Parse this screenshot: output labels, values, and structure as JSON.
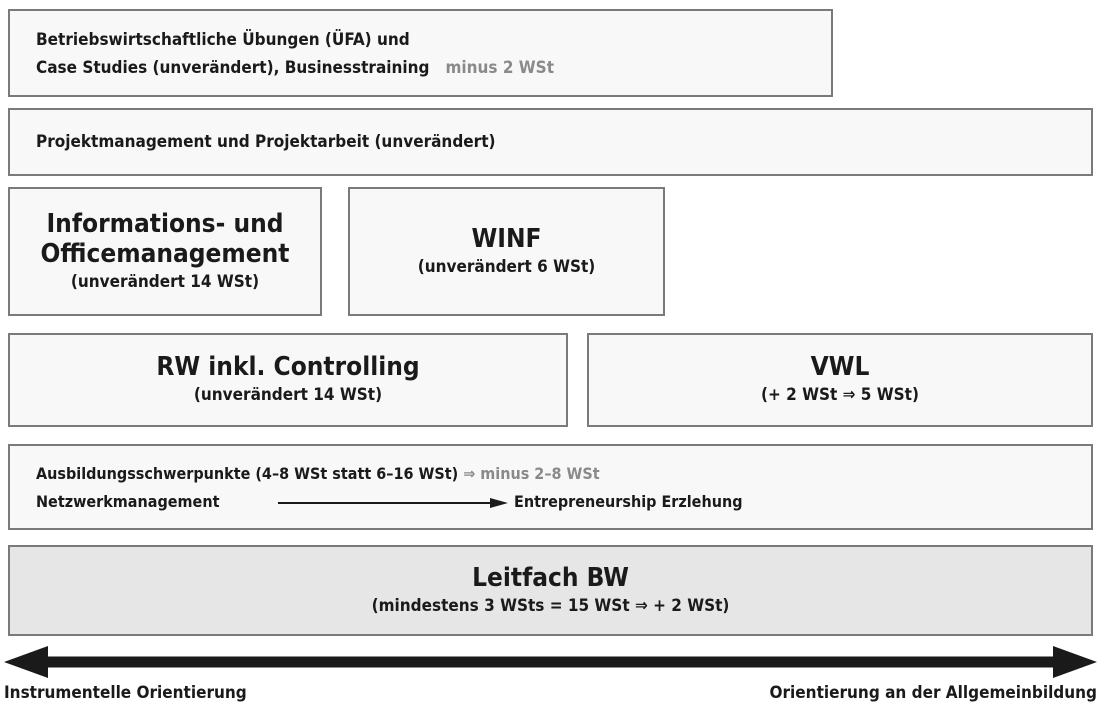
{
  "box_uefa": {
    "line1": "Betriebswirtschaftliche Übungen (ÜFA) und",
    "line2": "Case Studies (unverändert), Businesstraining",
    "note": "minus 2 WSt"
  },
  "box_projekt": {
    "text": "Projektmanagement und Projektarbeit (unverändert)"
  },
  "box_info": {
    "title_line1": "Informations- und",
    "title_line2": "Officemanagement",
    "sub": "(unverändert 14 WSt)"
  },
  "box_winf": {
    "title": "WINF",
    "sub": "(unverändert 6 WSt)"
  },
  "box_rw": {
    "title": "RW inkl. Controlling",
    "sub": "(unverändert 14 WSt)"
  },
  "box_vwl": {
    "title": "VWL",
    "sub": "(+ 2 WSt ⇒ 5 WSt)"
  },
  "box_ausbildung": {
    "line1": "Ausbildungsschwerpunkte (4–8 WSt statt 6–16 WSt)",
    "line1_note": "⇒ minus 2–8 WSt",
    "from": "Netzwerkmanagement",
    "to": "Entrepreneurship Erzlehung"
  },
  "box_leitfach": {
    "title": "Leitfach BW",
    "sub": "(mindestens 3 WSts = 15 WSt ⇒ + 2 WSt)"
  },
  "axis": {
    "left_label": "Instrumentelle Orientierung",
    "right_label": "Orientierung an der Allgemeinbildung"
  },
  "colors": {
    "border": "#7a7a7a",
    "box_fill": "#f8f8f8",
    "leitfach_fill": "#e6e6e6",
    "note": "#8a8a8a",
    "arrow": "#1a1a1a"
  }
}
